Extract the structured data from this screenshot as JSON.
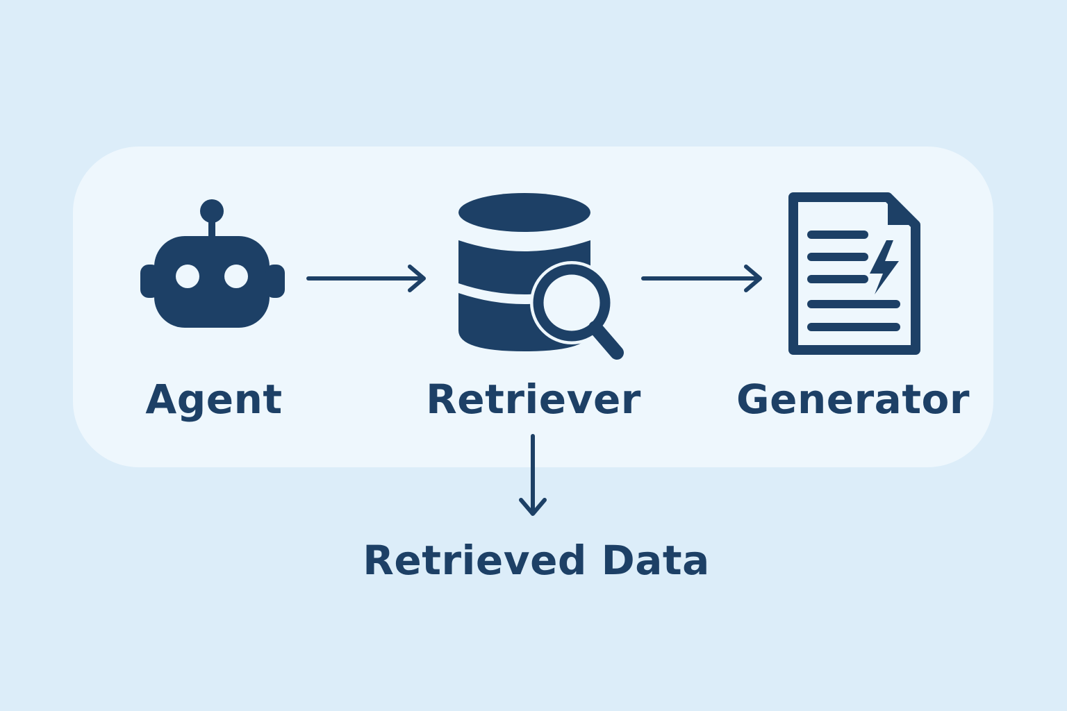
{
  "colors": {
    "background": "#dcedf9",
    "panel": "#eef7fd",
    "primary": "#1d4066"
  },
  "nodes": [
    {
      "label": "Agent",
      "icon": "robot-icon"
    },
    {
      "label": "Retriever",
      "icon": "database-search-icon"
    },
    {
      "label": "Generator",
      "icon": "document-lightning-icon"
    }
  ],
  "output": {
    "label": "Retrieved Data"
  }
}
